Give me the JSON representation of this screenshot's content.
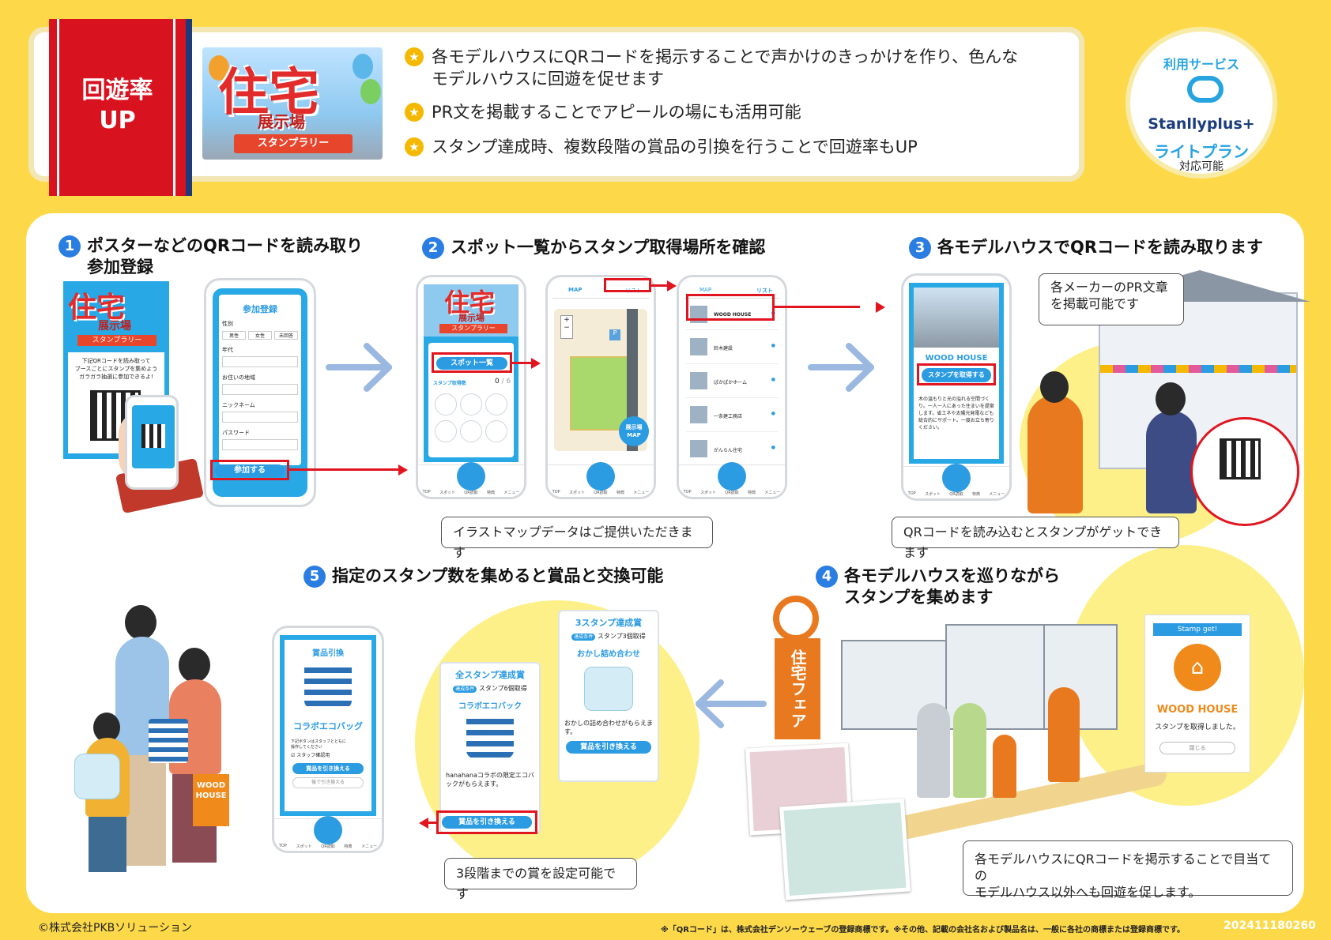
{
  "banner": {
    "tag": "回遊率\nUP",
    "hero_title": "住宅",
    "hero_sub": "展示場",
    "hero_ribbon": "スタンプラリー",
    "bullets": [
      "各モデルハウスにQRコードを掲示することで声かけのきっかけを作り、色んなモデルハウスに回遊を促せます",
      "PR文を掲載することでアピールの場にも活用可能",
      "スタンプ達成時、複数段階の賞品の引換を行うことで回遊率もUP"
    ],
    "service_label": "利用サービス",
    "service_name": "Stanllyplus+",
    "service_plan": "ライトプラン",
    "service_note": "対応可能"
  },
  "steps": {
    "s1": {
      "num": "1",
      "title": "ポスターなどのQRコードを読み取り\n参加登録"
    },
    "s2": {
      "num": "2",
      "title": "スポット一覧からスタンプ取得場所を確認"
    },
    "s3": {
      "num": "3",
      "title": "各モデルハウスでQRコードを読み取ります"
    },
    "s4": {
      "num": "4",
      "title": "各モデルハウスを巡りながら\nスタンプを集めます"
    },
    "s5": {
      "num": "5",
      "title": "指定のスタンプ数を集めると賞品と交換可能"
    }
  },
  "poster": {
    "title": "住宅",
    "sub": "展示場",
    "ribbon": "スタンプラリー",
    "text": "下記QRコードを読み取って\nブースごとにスタンプを集めよう\nガラガラ抽選に参加できるよ!"
  },
  "register": {
    "title": "参加登録",
    "f1": "性別",
    "o1": [
      "男性",
      "女性",
      "未回答"
    ],
    "f2": "年代",
    "f3": "お住いの地域",
    "f4": "ニックネーム",
    "f5": "パスワード",
    "submit": "参加する"
  },
  "spot_home": {
    "title": "住宅",
    "sub": "展示場",
    "ribbon": "スタンプラリー",
    "button": "スポット一覧",
    "label": "スタンプ取得数",
    "count": "0",
    "total": "/ 6"
  },
  "map_screen": {
    "tab_map": "MAP",
    "tab_list": "リスト",
    "badge": "展示場\nMAP"
  },
  "list_screen": {
    "tab_map": "MAP",
    "tab_list": "リスト",
    "items": [
      "WOOD HOUSE",
      "鈴木建設",
      "ぱかぱかホーム",
      "一条建工務店",
      "がんらん住宅"
    ]
  },
  "tabbar": [
    "TOP",
    "スポット",
    "QR読取",
    "特典",
    "メニュー"
  ],
  "wood_screen": {
    "name": "WOOD HOUSE",
    "button": "スタンプを取得する",
    "text": "木の温もりと光の溢れる空間づくり。一人一人にあった住まいを提案します。省エネや太陽光発電なども総合的にサポート。一度お立ち寄りください。"
  },
  "bubbles": {
    "pr": "各メーカーのPR文章\nを掲載可能です",
    "map_data": "イラストマップデータはご提供いただきます",
    "qr_get": "QRコードを読み込むとスタンプがゲットできます",
    "three_stage": "3段階までの賞を設定可能です",
    "circulate": "各モデルハウスにQRコードを掲示することで目当ての\nモデルハウス以外へも回遊を促します。"
  },
  "stamp_get": {
    "ribbon": "Stamp get!",
    "name": "WOOD HOUSE",
    "msg": "スタンプを取得しました。",
    "close": "閉じる"
  },
  "fair_flag": "住宅フェア",
  "prize_phone": {
    "title": "賞品引換",
    "name": "コラボエコバッグ",
    "note": "下記ボタンはスタッフとともに\n操作してください",
    "check": "スタッフ確認用",
    "btn1": "賞品を引き換える",
    "btn2": "後で引き換える"
  },
  "prize_all": {
    "title": "全スタンプ達成賞",
    "cond_tag": "達成条件",
    "cond": "スタンプ6個取得",
    "name": "コラボエコバック",
    "desc": "hanahanaコラボの限定エコバックがもらえます。",
    "btn": "賞品を引き換える"
  },
  "prize_three": {
    "title": "3スタンプ達成賞",
    "cond_tag": "達成条件",
    "cond": "スタンプ3個取得",
    "name": "おかし詰め合わせ",
    "desc": "おかしの詰め合わせがもらえます。",
    "btn": "賞品を引き換える"
  },
  "bag_label": "WOOD\nHOUSE",
  "footer": {
    "copyright": "©株式会社PKBソリューション",
    "note": "※「QRコード」は、株式会社デンソーウェーブの登録商標です。※その他、記載の会社名および製品名は、一般に各社の商標または登録商標です。",
    "code": "202411180260"
  },
  "colors": {
    "accent_blue": "#29a8e6",
    "accent_red": "#e0151f",
    "bg_yellow": "#fdd94a"
  }
}
